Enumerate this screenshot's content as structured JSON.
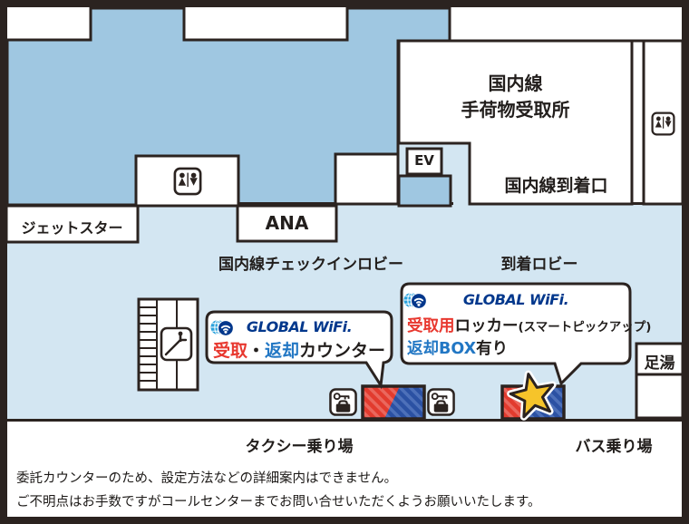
{
  "colors": {
    "line": "#2b2320",
    "map_dark_blue": "#9fc7e1",
    "map_light_blue": "#d3e6f2",
    "accent_red": "#e8382f",
    "accent_blue": "#2277c4",
    "logo_navy": "#00378c",
    "globe_blue": "#2aa2dc",
    "star_yellow": "#f6c42a",
    "stripe_red": "#e23b2e",
    "stripe_red_light": "#ea675d",
    "stripe_blue": "#2b51a3",
    "stripe_blue_light": "#4d70b9"
  },
  "labels": {
    "jetstar": "ジェットスター",
    "ana": "ANA",
    "checkin_lobby": "国内線チェックインロビー",
    "arrival_lobby": "到着ロビー",
    "baggage_claim_line1": "国内線",
    "baggage_claim_line2": "手荷物受取所",
    "domestic_arrival_gate": "国内線到着口",
    "elevator": "EV",
    "foot_bath": "足湯",
    "taxi_stand": "タクシー乗り場",
    "bus_stop": "バス乗り場"
  },
  "callouts": {
    "counter": {
      "brand": "GLOBAL WiFi.",
      "pickup": "受取",
      "separator": "・",
      "return": "返却",
      "suffix": "カウンター"
    },
    "locker": {
      "brand": "GLOBAL WiFi.",
      "pickup": "受取用",
      "item": "ロッカー",
      "note_small": "(スマートピックアップ)",
      "return_box": "返却BOX",
      "suffix": "有り"
    }
  },
  "notes": {
    "line1": "委託カウンターのため、設定方法などの詳細案内はできません。",
    "line2": "ご不明点はお手数ですがコールセンターまでお問い合せいただくようお願いいたします。"
  },
  "icons": {
    "restroom": "restroom-icon",
    "escalator": "escalator-icon",
    "coin_locker": "coin-locker-icon",
    "star_marker": "star-marker-icon",
    "brand_logo": "global-wifi-logo-icon"
  }
}
